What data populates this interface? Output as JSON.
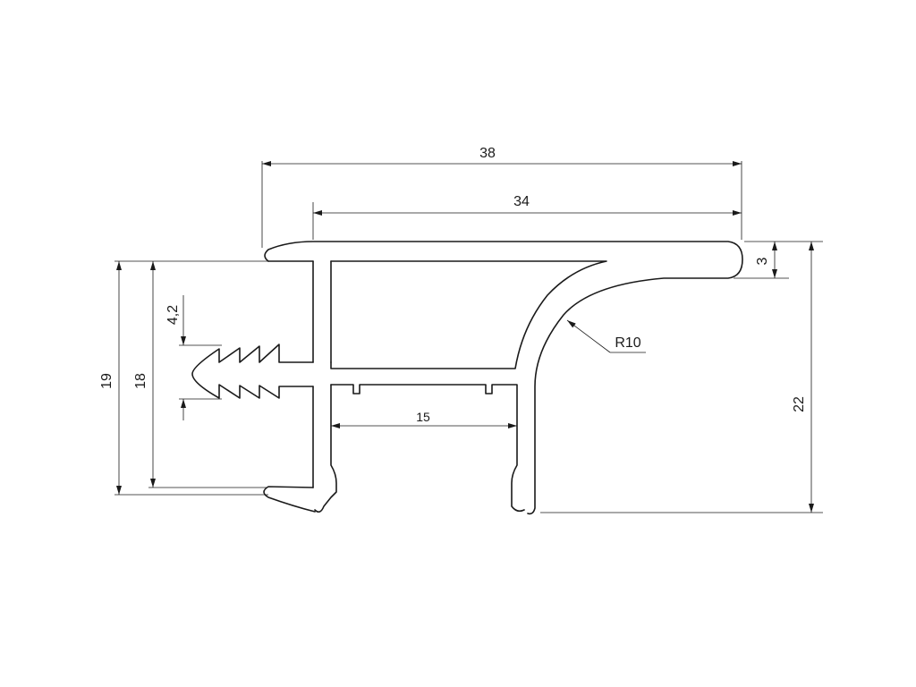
{
  "dimensions": {
    "overall_width": "38",
    "top_width": "34",
    "lip_thickness": "3",
    "radius": "R10",
    "overall_height": "22",
    "left_height_outer": "19",
    "left_height_inner": "18",
    "tooth_pitch": "4,2",
    "channel_width": "15"
  }
}
